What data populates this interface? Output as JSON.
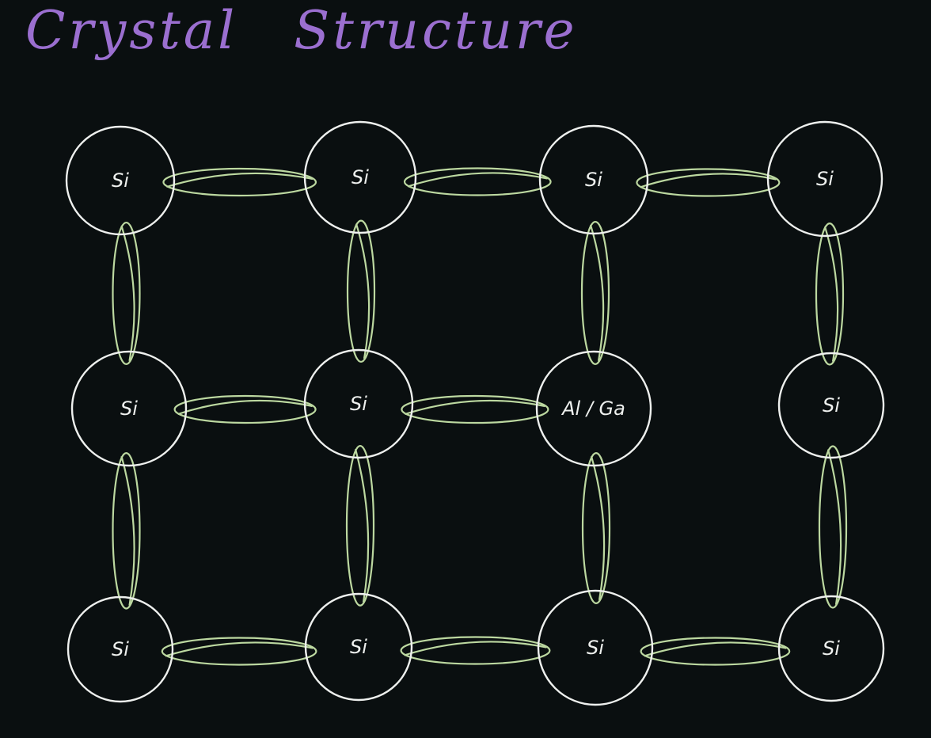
{
  "title": "Crystal Structure",
  "colors": {
    "background": "#0a0f10",
    "title": "#9b6fd0",
    "atom_outline": "#eef0ee",
    "bond": "#bcd8a0"
  },
  "lattice": {
    "rows": [
      [
        "Si",
        "Si",
        "Si",
        "Si"
      ],
      [
        "Si",
        "Si",
        "Al / Ga",
        "Si"
      ],
      [
        "Si",
        "Si",
        "Si",
        "Si"
      ]
    ],
    "horizontal_bonds": [
      [
        true,
        true,
        true
      ],
      [
        true,
        true,
        false
      ],
      [
        true,
        true,
        true
      ]
    ],
    "vertical_bonds": [
      [
        true,
        true,
        true,
        true
      ],
      [
        true,
        true,
        true,
        true
      ]
    ]
  }
}
